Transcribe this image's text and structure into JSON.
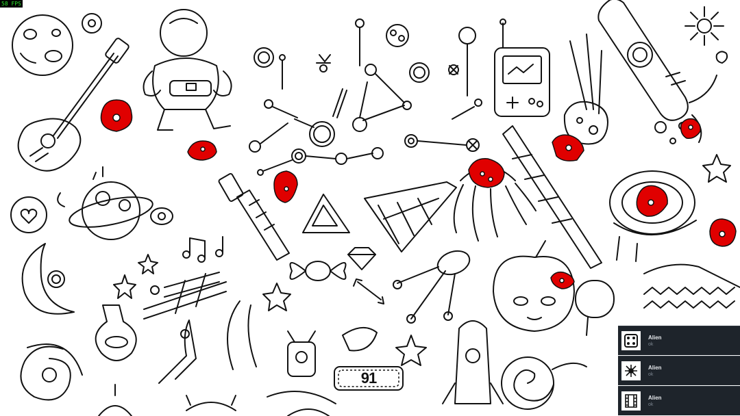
{
  "hud": {
    "fps_label": "58 FPS",
    "remaining_count": "91"
  },
  "notifications": [
    {
      "title": "Alien",
      "status": "ok",
      "icon": "dice-icon"
    },
    {
      "title": "Alien",
      "status": "ok",
      "icon": "snowflake-icon"
    },
    {
      "title": "Alien",
      "status": "ok",
      "icon": "film-icon"
    }
  ],
  "colors": {
    "line_art": "#111111",
    "hidden_object": "#e00000",
    "toast_bg": "#1e242b",
    "fps_text": "#2ee82e"
  }
}
